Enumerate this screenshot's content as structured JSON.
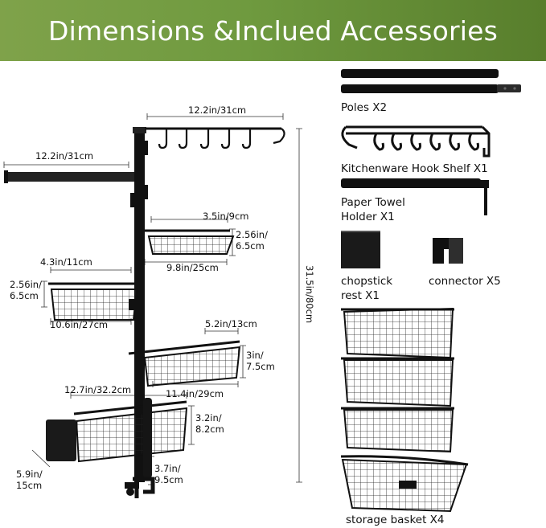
{
  "banner": {
    "title": "Dimensions &Inclued Accessories"
  },
  "dimensions": {
    "hook_width": "12.2in/31cm",
    "arm_length": "12.2in/31cm",
    "top_basket_width": "3.5in/9cm",
    "top_basket_height": "2.56in/\n6.5cm",
    "top_basket_length": "9.8in/25cm",
    "left_basket_width": "4.3in/11cm",
    "left_basket_height": "2.56in/\n6.5cm",
    "left_basket_length": "10.6in/27cm",
    "total_height": "31.5in/80cm",
    "mid_basket_width": "5.2in/13cm",
    "mid_basket_height": "3in/\n7.5cm",
    "mid_basket_length": "11.4in/29cm",
    "bottom_basket_length": "12.7in/32.2cm",
    "bottom_basket_height": "3.2in/\n8.2cm",
    "bottom_depth": "5.9in/\n15cm",
    "clamp_height": "3.7in/\n9.5cm"
  },
  "accessories": {
    "poles": "Poles X2",
    "hook_shelf": "Kitchenware Hook Shelf X1",
    "towel_holder": "Paper Towel\nHolder X1",
    "chopstick": "chopstick\nrest X1",
    "connector": "connector X5",
    "basket": "storage basket X4"
  }
}
